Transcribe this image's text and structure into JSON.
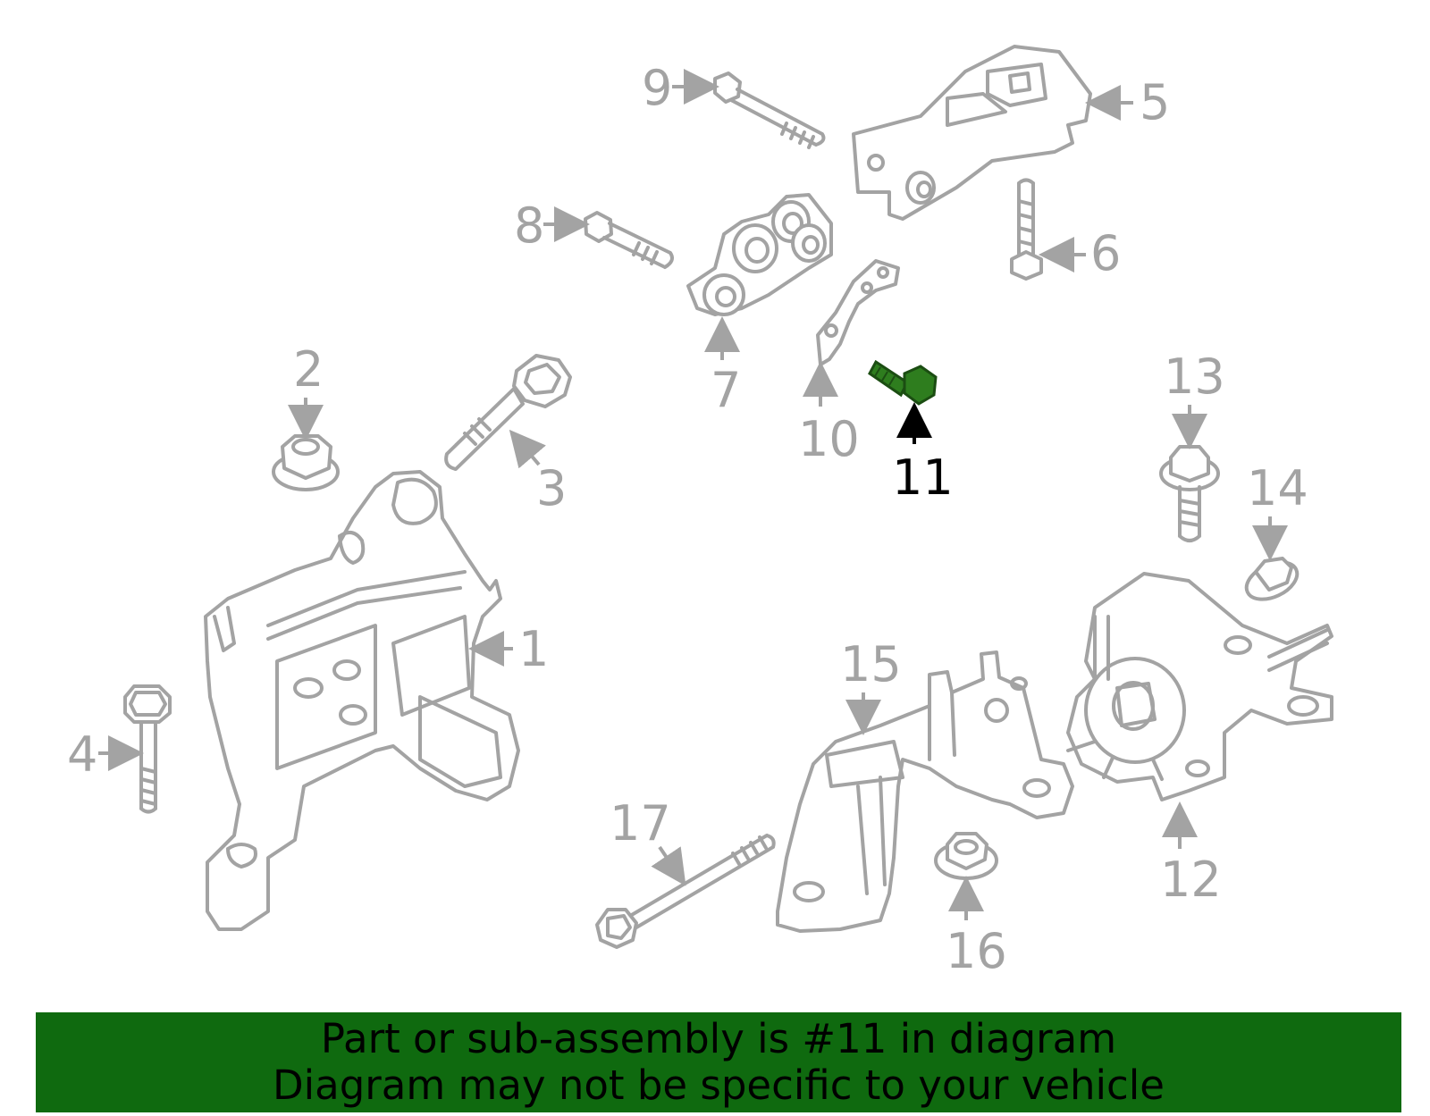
{
  "callouts": {
    "c1": "1",
    "c2": "2",
    "c3": "3",
    "c4": "4",
    "c5": "5",
    "c6": "6",
    "c7": "7",
    "c8": "8",
    "c9": "9",
    "c10": "10",
    "c11": "11",
    "c12": "12",
    "c13": "13",
    "c14": "14",
    "c15": "15",
    "c16": "16",
    "c17": "17"
  },
  "highlighted_part": "11",
  "colors": {
    "highlight": "#2e7d1e",
    "banner": "#0f6a0f",
    "line_art": "#a3a3a3"
  },
  "banner": {
    "line1": "Part or sub-assembly is #11 in diagram",
    "line2": "Diagram may not be specific to your vehicle"
  }
}
